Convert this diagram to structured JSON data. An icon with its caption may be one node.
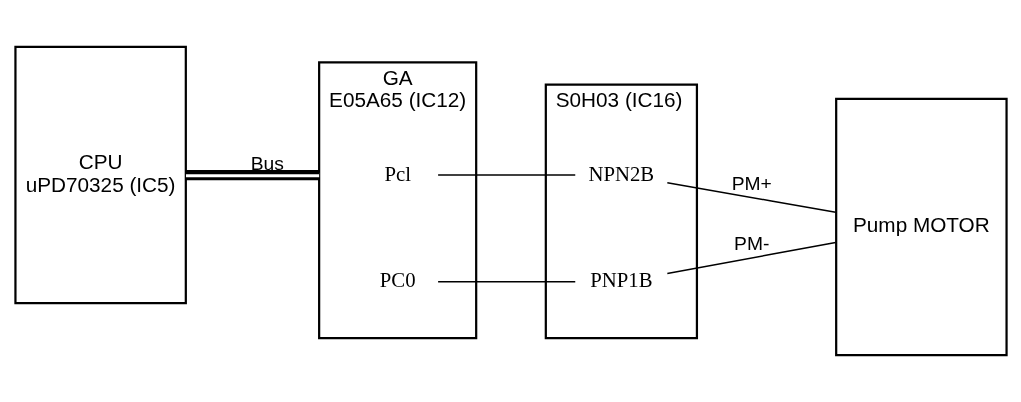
{
  "diagram": {
    "nodes": [
      {
        "text": [
          "CPU",
          "uPD70325 (IC5)"
        ]
      },
      {
        "text": [
          "GA",
          "E05A65 (IC12)"
        ]
      },
      {
        "text": [
          "Pcl"
        ],
        "in": 1
      },
      {
        "text": [
          "PC0"
        ],
        "in": 1
      },
      {
        "text": [
          "S0H03 (IC16)"
        ]
      },
      {
        "text": [
          "NPN2B"
        ],
        "in": 4
      },
      {
        "text": [
          "PNP1B"
        ],
        "in": 4
      },
      {
        "text": [
          "Pump MOTOR"
        ]
      }
    ],
    "edges": [
      {
        "from": 0,
        "to": 1,
        "arrow": "none",
        "label": "Bus",
        "style": "thick"
      },
      {
        "from": 2,
        "to": 5,
        "arrow": "none"
      },
      {
        "from": 3,
        "to": 6,
        "arrow": "none"
      },
      {
        "from": 5,
        "to": 7,
        "arrow": "none",
        "label": "PM+"
      },
      {
        "from": 6,
        "to": 7,
        "arrow": "none",
        "label": "PM-"
      }
    ]
  }
}
